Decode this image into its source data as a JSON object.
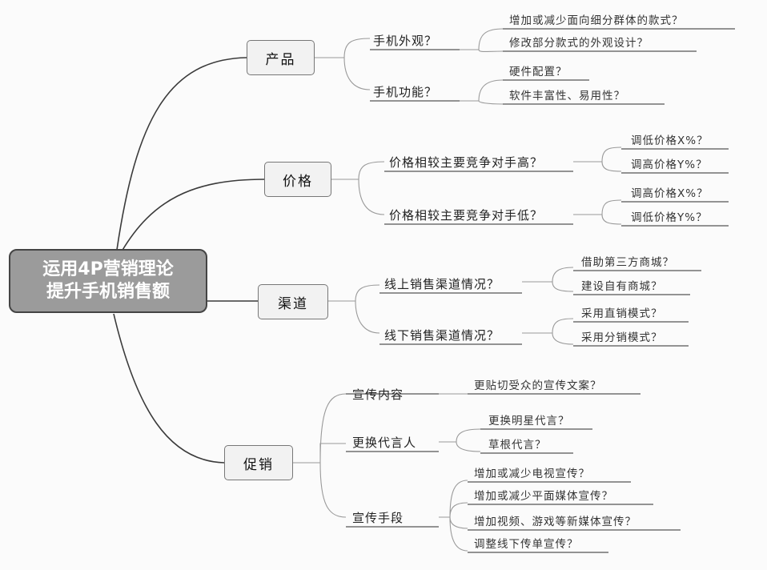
{
  "root": {
    "line1": "运用4P营销理论",
    "line2": "提升手机销售额"
  },
  "product": {
    "label": "产品",
    "appearance": {
      "label": "手机外观？",
      "items": [
        "增加或减少面向细分群体的款式？",
        "修改部分款式的外观设计？"
      ]
    },
    "features": {
      "label": "手机功能？",
      "items": [
        "硬件配置？",
        "软件丰富性、易用性？"
      ]
    }
  },
  "price": {
    "label": "价格",
    "higher": {
      "label": "价格相较主要竞争对手高？",
      "items": [
        "调低价格X%？",
        "调高价格Y%？"
      ]
    },
    "lower": {
      "label": "价格相较主要竞争对手低？",
      "items": [
        "调高价格X%？",
        "调低价格Y%？"
      ]
    }
  },
  "channel": {
    "label": "渠道",
    "online": {
      "label": "线上销售渠道情况？",
      "items": [
        "借助第三方商城？",
        "建设自有商城？"
      ]
    },
    "offline": {
      "label": "线下销售渠道情况？",
      "items": [
        "采用直销模式？",
        "采用分销模式？"
      ]
    }
  },
  "promotion": {
    "label": "促销",
    "content": {
      "label": "宣传内容",
      "items": [
        "更贴切受众的宣传文案？"
      ]
    },
    "spokesperson": {
      "label": "更换代言人",
      "items": [
        "更换明星代言？",
        "草根代言？"
      ]
    },
    "means": {
      "label": "宣传手段",
      "items": [
        "增加或减少电视宣传？",
        "增加或减少平面媒体宣传？",
        "增加视频、游戏等新媒体宣传？",
        "调整线下传单宣传？"
      ]
    }
  }
}
